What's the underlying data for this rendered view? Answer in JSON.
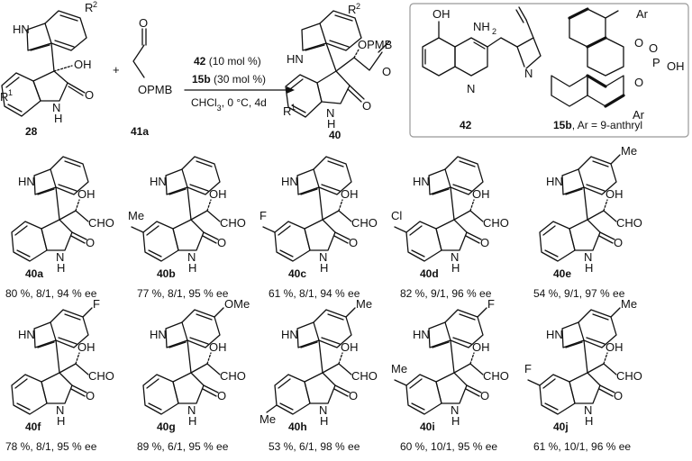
{
  "scheme": {
    "reactants": {
      "oxindole": {
        "label": "28",
        "r1": "R",
        "r1_sup": "1",
        "r2": "R",
        "r2_sup": "2",
        "oh": "OH",
        "hn": "HN",
        "nh": "N",
        "nh_h": "H",
        "o": "O"
      },
      "plus": "+",
      "aldehyde": {
        "label": "41a",
        "opmb": "OPMB",
        "o": "O"
      }
    },
    "conditions": {
      "catalyst1_label": "42",
      "catalyst1_loading": " (10 mol %)",
      "catalyst2_label": "15b",
      "catalyst2_loading": " (30 mol %)",
      "solvent_pre": "CHCl",
      "solvent_sub": "3",
      "solvent_post": ", 0 °C, 4d"
    },
    "product": {
      "label": "40",
      "r1": "R",
      "r1_sup": "1",
      "r2": "R",
      "r2_sup": "2",
      "opmb": "OPMB",
      "o": "O",
      "hn": "HN",
      "nh": "N",
      "nh_h": "H"
    },
    "catalyst_box": {
      "amine": {
        "label": "42",
        "oh": "OH",
        "nh2": "NH",
        "nh2_sub": "2",
        "n_ring": "N",
        "n_quin": "N"
      },
      "acid": {
        "label": "15b",
        "label_tail": ", Ar = 9-anthryl",
        "ar_top": "Ar",
        "ar_bottom": "Ar",
        "o1": "O",
        "o2": "O",
        "p": "P",
        "o_eq": "O",
        "oh": "OH"
      }
    },
    "atom_text": {
      "hn": "HN",
      "oh": "OH",
      "cho": "CHO",
      "o": "O",
      "n": "N",
      "h": "H",
      "me": "Me",
      "f": "F",
      "cl": "Cl",
      "ome": "OMe"
    }
  },
  "products": [
    {
      "id": "40a",
      "yield": "80 %",
      "dr": "8/1",
      "ee": "94 % ee",
      "r5": "",
      "r6": "",
      "r_ind": ""
    },
    {
      "id": "40b",
      "yield": "77 %",
      "dr": "8/1",
      "ee": "95 % ee",
      "r5": "Me",
      "r6": "",
      "r_ind": ""
    },
    {
      "id": "40c",
      "yield": "61 %",
      "dr": "8/1",
      "ee": "94 % ee",
      "r5": "F",
      "r6": "",
      "r_ind": ""
    },
    {
      "id": "40d",
      "yield": "82 %",
      "dr": "9/1",
      "ee": "96 % ee",
      "r5": "Cl",
      "r6": "",
      "r_ind": ""
    },
    {
      "id": "40e",
      "yield": "54 %",
      "dr": "9/1",
      "ee": "97 % ee",
      "r5": "",
      "r6": "",
      "r_ind": "Me"
    },
    {
      "id": "40f",
      "yield": "78 %",
      "dr": "8/1",
      "ee": "95 % ee",
      "r5": "",
      "r6": "",
      "r_ind": "F"
    },
    {
      "id": "40g",
      "yield": "89 %",
      "dr": "6/1",
      "ee": "95 % ee",
      "r5": "",
      "r6": "",
      "r_ind": "OMe"
    },
    {
      "id": "40h",
      "yield": "53 %",
      "dr": "6/1",
      "ee": "98 % ee",
      "r5": "",
      "r6": "Me",
      "r_ind": "Me"
    },
    {
      "id": "40i",
      "yield": "60 %",
      "dr": "10/1",
      "ee": "95 % ee",
      "r5": "Me",
      "r6": "",
      "r_ind": "F"
    },
    {
      "id": "40j",
      "yield": "61 %",
      "dr": "10/1",
      "ee": "96 % ee",
      "r5": "F",
      "r6": "",
      "r_ind": "Me"
    }
  ]
}
